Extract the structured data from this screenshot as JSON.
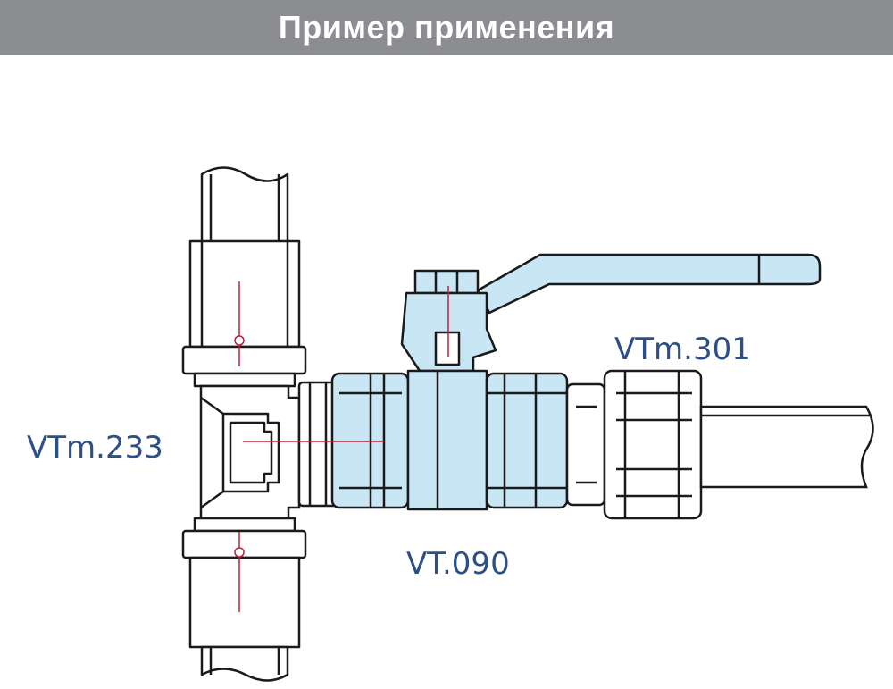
{
  "header": {
    "title": "Пример применения"
  },
  "labels": {
    "tee": "VTm.233",
    "ball_valve": "VT.090",
    "connector": "VTm.301"
  },
  "colors": {
    "banner": "#8c8d90",
    "outline": "#1a1a1a",
    "valve_fill": "#c9e6f4",
    "label_text": "#2b4f86",
    "axis_line": "#c0203a"
  }
}
